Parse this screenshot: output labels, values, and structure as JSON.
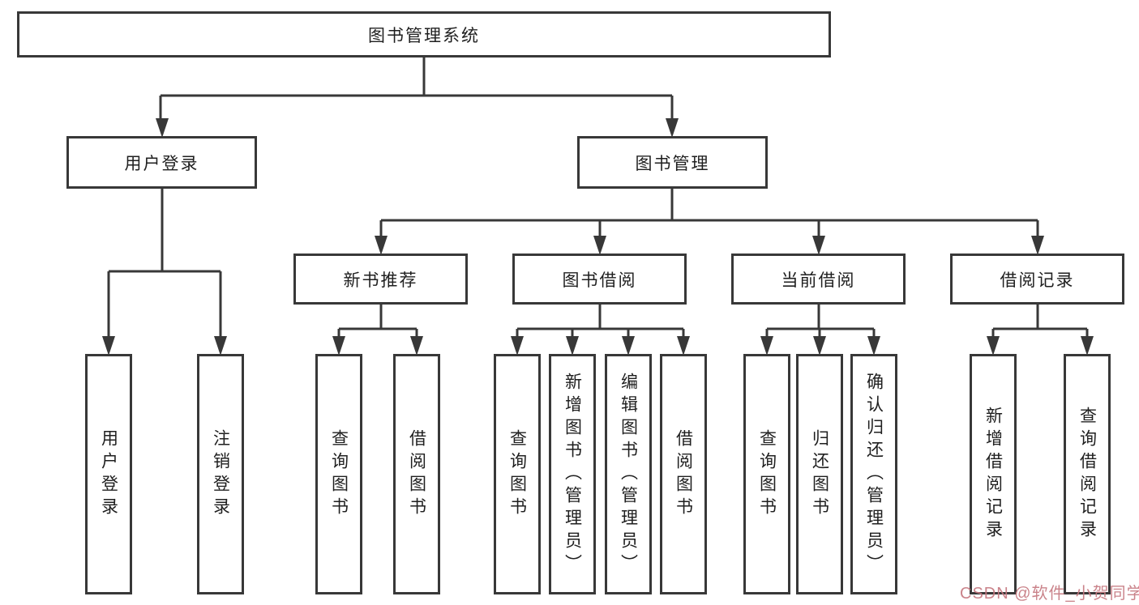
{
  "colors": {
    "line": "#383838",
    "box_border": "#383838",
    "text": "#1f1f1f",
    "background": "#ffffff",
    "watermark": "#c67880"
  },
  "tree": {
    "root": "图书管理系统",
    "branches": [
      {
        "label": "用户登录",
        "children": [
          "用户登录",
          "注销登录"
        ]
      },
      {
        "label": "图书管理",
        "groups": [
          {
            "label": "新书推荐",
            "children": [
              "查询图书",
              "借阅图书"
            ]
          },
          {
            "label": "图书借阅",
            "children": [
              "查询图书",
              "新增图书（管理员）",
              "编辑图书（管理员）",
              "借阅图书"
            ]
          },
          {
            "label": "当前借阅",
            "children": [
              "查询图书",
              "归还图书",
              "确认归还（管理员）"
            ]
          },
          {
            "label": "借阅记录",
            "children": [
              "新增借阅记录",
              "查询借阅记录"
            ]
          }
        ]
      }
    ]
  },
  "watermark": {
    "text": "CSDN @软件_小贺同学"
  }
}
